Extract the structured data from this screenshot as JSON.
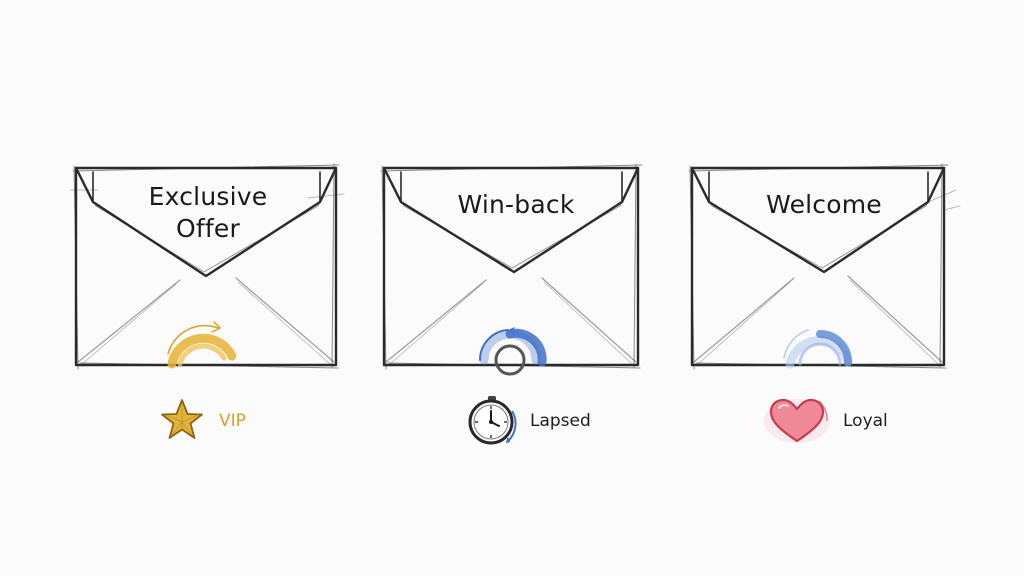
{
  "envelopes": [
    {
      "title_lines": [
        "Exclusive",
        "Offer"
      ],
      "segment": "VIP",
      "segment_color": "#d9a227",
      "badge_icon": "star-icon",
      "swirl_color": "#e8b132"
    },
    {
      "title_lines": [
        "Win-back"
      ],
      "segment": "Lapsed",
      "segment_color": "#1e1e1e",
      "badge_icon": "stopwatch-icon",
      "swirl_color": "#3f6fc7"
    },
    {
      "title_lines": [
        "Welcome"
      ],
      "segment": "Loyal",
      "segment_color": "#1e1e1e",
      "badge_icon": "heart-icon",
      "swirl_color": "#4e7fd0"
    }
  ]
}
